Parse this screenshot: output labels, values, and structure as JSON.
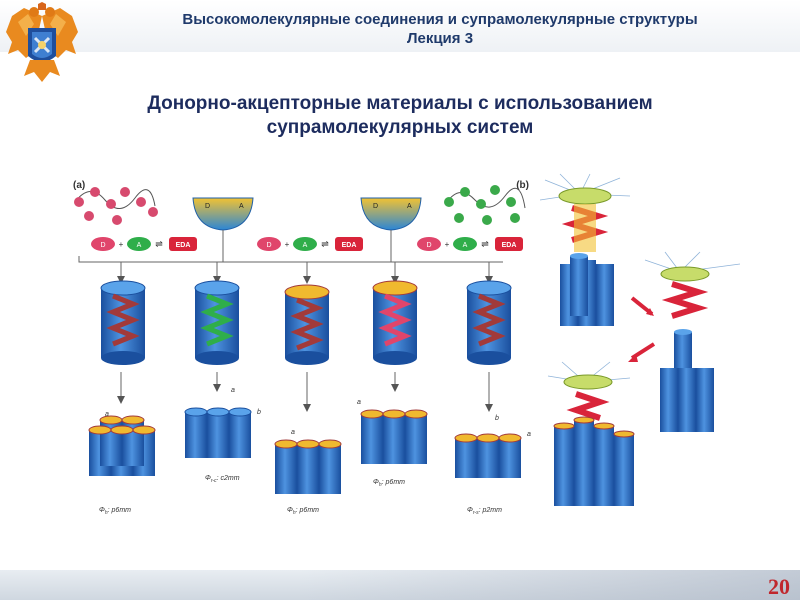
{
  "header": {
    "title": "Высокомолекулярные соединения и супрамолекулярные структуры",
    "subtitle": "Лекция 3"
  },
  "slide": {
    "title_line1": "Донорно-акцепторные материалы с использованием",
    "title_line2": "супрамолекулярных систем",
    "page_number": "20"
  },
  "figure": {
    "panel_a_label": "(a)",
    "panel_b_label": "(b)",
    "mix_sets": [
      {
        "donor": "D",
        "plus": "+",
        "acceptor": "A",
        "product": "EDA"
      },
      {
        "donor": "D",
        "plus": "+",
        "acceptor": "A",
        "product": "EDA"
      },
      {
        "donor": "D",
        "plus": "+",
        "acceptor": "A",
        "product": "EDA"
      }
    ],
    "wedge_labels": [
      {
        "left": "D",
        "right": "A"
      },
      {
        "left": "D",
        "right": "A"
      }
    ],
    "phase_captions": [
      {
        "symbol": "Φ",
        "sub": "h",
        "text": ": p6mm"
      },
      {
        "symbol": "Φ",
        "sub": "r-c",
        "text": ": c2mm"
      },
      {
        "symbol": "Φ",
        "sub": "h",
        "text": ": p6mm"
      },
      {
        "symbol": "Φ",
        "sub": "h",
        "text": ": p6mm"
      },
      {
        "symbol": "Φ",
        "sub": "r-s",
        "text": ": p2mm"
      }
    ],
    "lattice_letters": [
      "a",
      "a",
      "b",
      "a",
      "a",
      "b",
      "a"
    ]
  },
  "colors": {
    "donor": "#e0456b",
    "acceptor": "#2fae4a",
    "eda": "#d9243a",
    "column_blue": "#2b6cc4",
    "header_text": "#1f3a6b",
    "title_text": "#1d2c5e",
    "page_number": "#c0272d"
  }
}
